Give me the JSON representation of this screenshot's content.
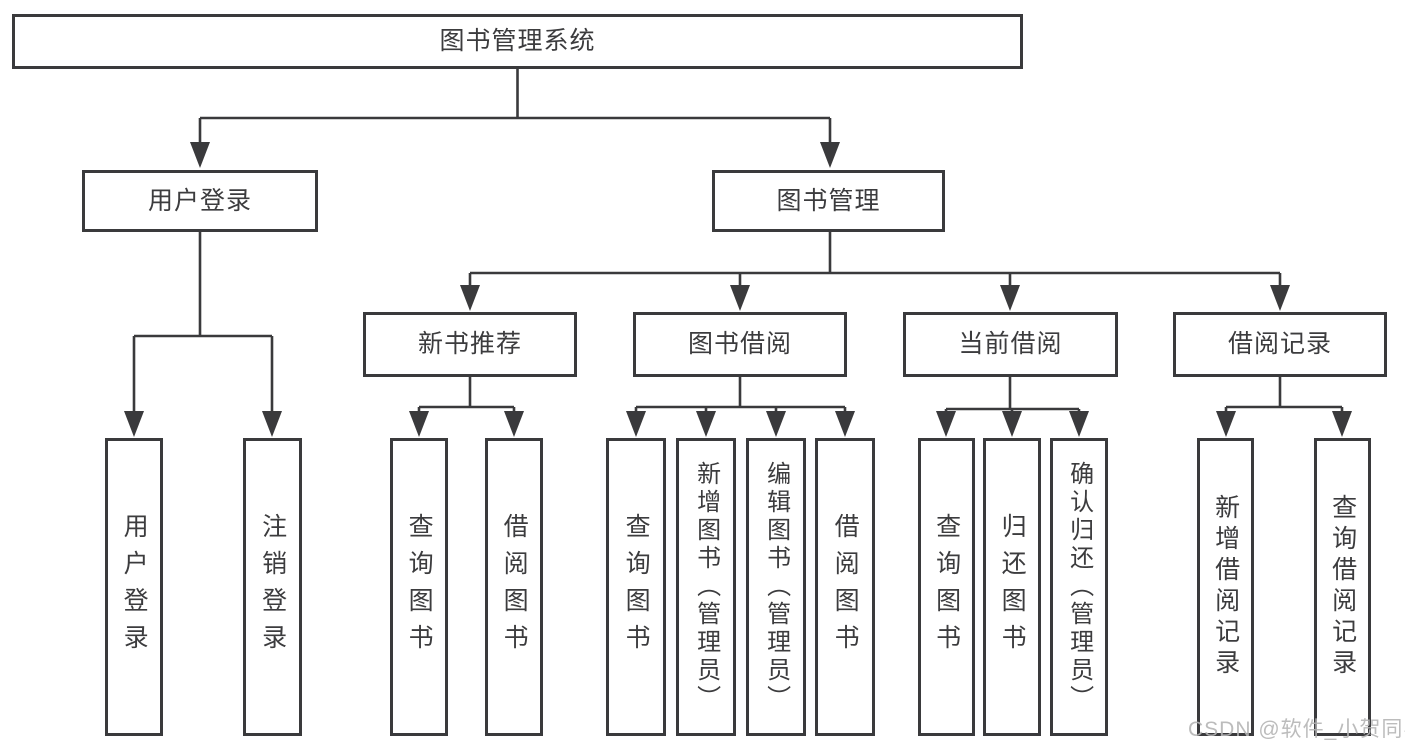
{
  "diagram": {
    "type": "tree",
    "watermark": "CSDN @软件_小贺同学",
    "colors": {
      "line": "#3a3a3c",
      "box_border": "#3a3a3c",
      "box_fill": "#ffffff",
      "text": "#3c3c3e",
      "watermark": "#b5b5b5",
      "background": "#ffffff"
    },
    "nodes": {
      "root": {
        "label": "图书管理系统"
      },
      "userLogin": {
        "label": "用户登录"
      },
      "bookMgmt": {
        "label": "图书管理"
      },
      "newBookRec": {
        "label": "新书推荐"
      },
      "bookBorrow": {
        "label": "图书借阅"
      },
      "currentBorrow": {
        "label": "当前借阅"
      },
      "borrowRecords": {
        "label": "借阅记录"
      },
      "loginUser": {
        "label": "用户登录"
      },
      "logout": {
        "label": "注销登录"
      },
      "nbQueryBooks": {
        "label": "查询图书"
      },
      "nbBorrowBooks": {
        "label": "借阅图书"
      },
      "bbQueryBooks": {
        "label": "查询图书"
      },
      "bbAddBooks": {
        "label": "新增图书（管理员）"
      },
      "bbEditBooks": {
        "label": "编辑图书（管理员）"
      },
      "bbBorrowBooks": {
        "label": "借阅图书"
      },
      "cbQueryBooks": {
        "label": "查询图书"
      },
      "cbReturnBooks": {
        "label": "归还图书"
      },
      "cbConfirmReturn": {
        "label": "确认归还（管理员）"
      },
      "brAddRecord": {
        "label": "新增借阅记录"
      },
      "brQueryRecord": {
        "label": "查询借阅记录"
      }
    },
    "edges": [
      {
        "from": "root",
        "to": [
          "userLogin",
          "bookMgmt"
        ]
      },
      {
        "from": "userLogin",
        "to": [
          "loginUser",
          "logout"
        ]
      },
      {
        "from": "bookMgmt",
        "to": [
          "newBookRec",
          "bookBorrow",
          "currentBorrow",
          "borrowRecords"
        ]
      },
      {
        "from": "newBookRec",
        "to": [
          "nbQueryBooks",
          "nbBorrowBooks"
        ]
      },
      {
        "from": "bookBorrow",
        "to": [
          "bbQueryBooks",
          "bbAddBooks",
          "bbEditBooks",
          "bbBorrowBooks"
        ]
      },
      {
        "from": "currentBorrow",
        "to": [
          "cbQueryBooks",
          "cbReturnBooks",
          "cbConfirmReturn"
        ]
      },
      {
        "from": "borrowRecords",
        "to": [
          "brAddRecord",
          "brQueryRecord"
        ]
      }
    ]
  }
}
